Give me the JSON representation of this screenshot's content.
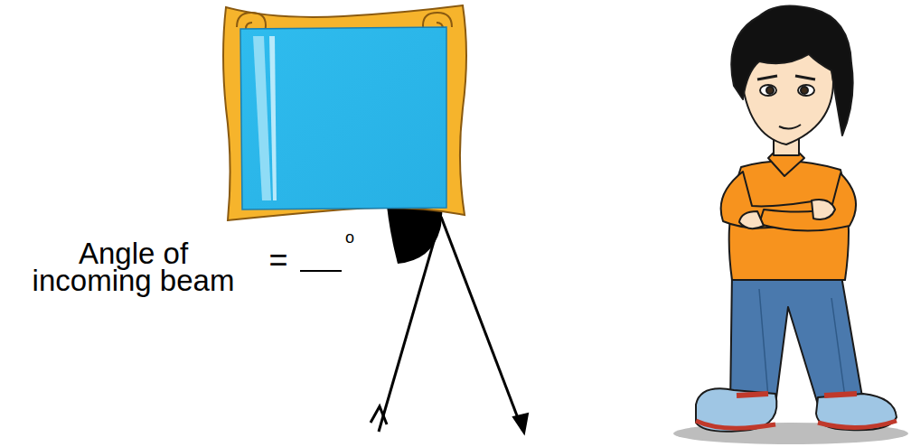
{
  "diagram": {
    "labels": [
      "Angle of incoming beam",
      "=",
      "o"
    ]
  }
}
